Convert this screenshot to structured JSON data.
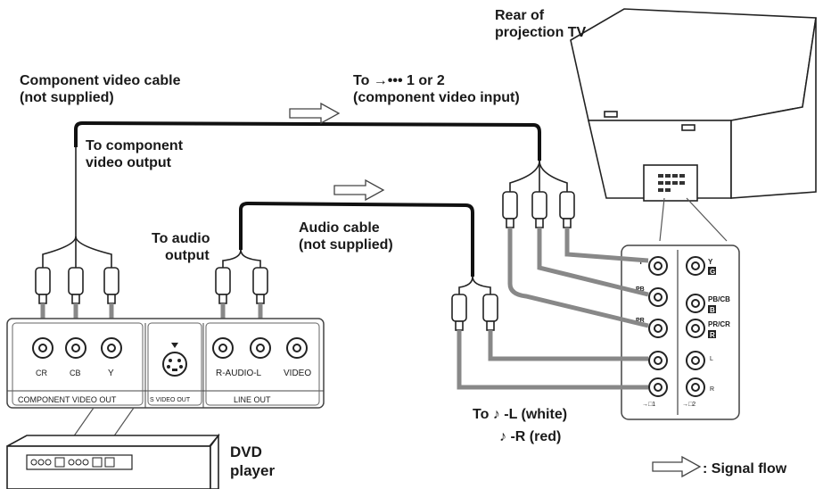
{
  "labels": {
    "rear_tv_line1": "Rear of",
    "rear_tv_line2": "projection TV",
    "comp_cable_line1": "Component video cable",
    "comp_cable_line2": "(not supplied)",
    "to_input_line1": "To →••• 1 or 2",
    "to_input_line2": "(component video input)",
    "to_comp_out_line1": "To component",
    "to_comp_out_line2": "video output",
    "to_audio_line1": "To audio",
    "to_audio_line2": "output",
    "audio_cable_line1": "Audio cable",
    "audio_cable_line2": "(not supplied)",
    "to_audio_in_line1": "To ♪ -L (white)",
    "to_audio_in_line2": "♪ -R (red)",
    "dvd_line1": "DVD",
    "dvd_line2": "player",
    "legend_signal_flow": ": Signal flow"
  },
  "dvd_panel": {
    "jack_cr": "CR",
    "jack_cb": "CB",
    "jack_y": "Y",
    "jack_r_audio_l": "R-AUDIO-L",
    "jack_video": "VIDEO",
    "section_component": "COMPONENT VIDEO OUT",
    "section_svideo": "S VIDEO OUT",
    "section_line": "LINE  OUT"
  },
  "tv_panel": {
    "y": "Y",
    "pb": "PB",
    "pr": "PR",
    "pb_cb": "PB/CB",
    "pr_cr": "PR/CR",
    "l": "L",
    "r": "R",
    "g": "G",
    "b": "B",
    "rr": "R",
    "input1": "→□1",
    "input2": "→□2"
  }
}
